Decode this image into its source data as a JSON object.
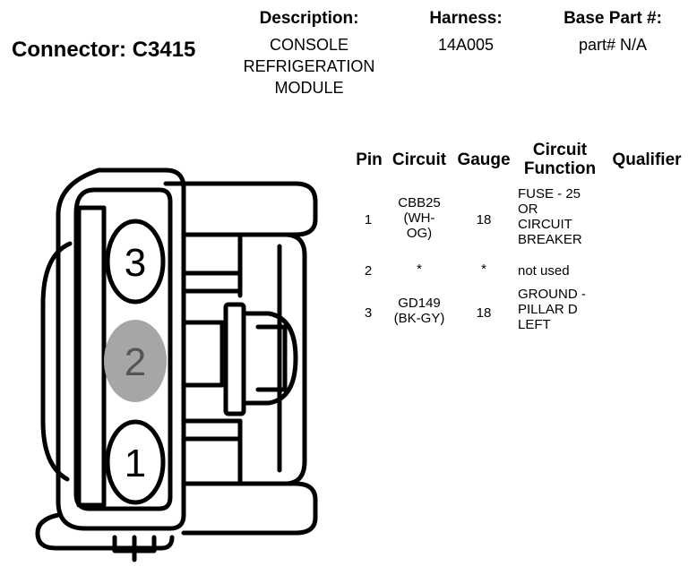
{
  "connector": {
    "title": "Connector: C3415"
  },
  "description": {
    "label": "Description:",
    "lines": [
      "CONSOLE",
      "REFRIGERATION",
      "MODULE"
    ]
  },
  "harness": {
    "label": "Harness:",
    "value": "14A005"
  },
  "base_part": {
    "label": "Base Part #:",
    "value": "part# N/A"
  },
  "table": {
    "headers": {
      "pin": "Pin",
      "circuit": "Circuit",
      "gauge": "Gauge",
      "function_line1": "Circuit",
      "function_line2": "Function",
      "qualifier": "Qualifier"
    },
    "rows": [
      {
        "pin": "1",
        "circuit_lines": [
          "CBB25",
          "(WH-",
          "OG)"
        ],
        "gauge": "18",
        "function_lines": [
          "FUSE - 25",
          "OR",
          "CIRCUIT",
          "BREAKER"
        ],
        "qualifier": ""
      },
      {
        "pin": "2",
        "circuit_lines": [
          "*"
        ],
        "gauge": "*",
        "function_lines": [
          "not used"
        ],
        "qualifier": ""
      },
      {
        "pin": "3",
        "circuit_lines": [
          "GD149",
          "(BK-GY)"
        ],
        "gauge": "18",
        "function_lines": [
          "GROUND -",
          "PILLAR D",
          "LEFT"
        ],
        "qualifier": ""
      }
    ]
  },
  "diagram": {
    "pins": [
      {
        "label": "3",
        "used": true
      },
      {
        "label": "2",
        "used": false
      },
      {
        "label": "1",
        "used": true
      }
    ],
    "colors": {
      "outline": "#000000",
      "unused_pin_fill": "#a6a6a6",
      "unused_pin_text": "#555555"
    }
  }
}
